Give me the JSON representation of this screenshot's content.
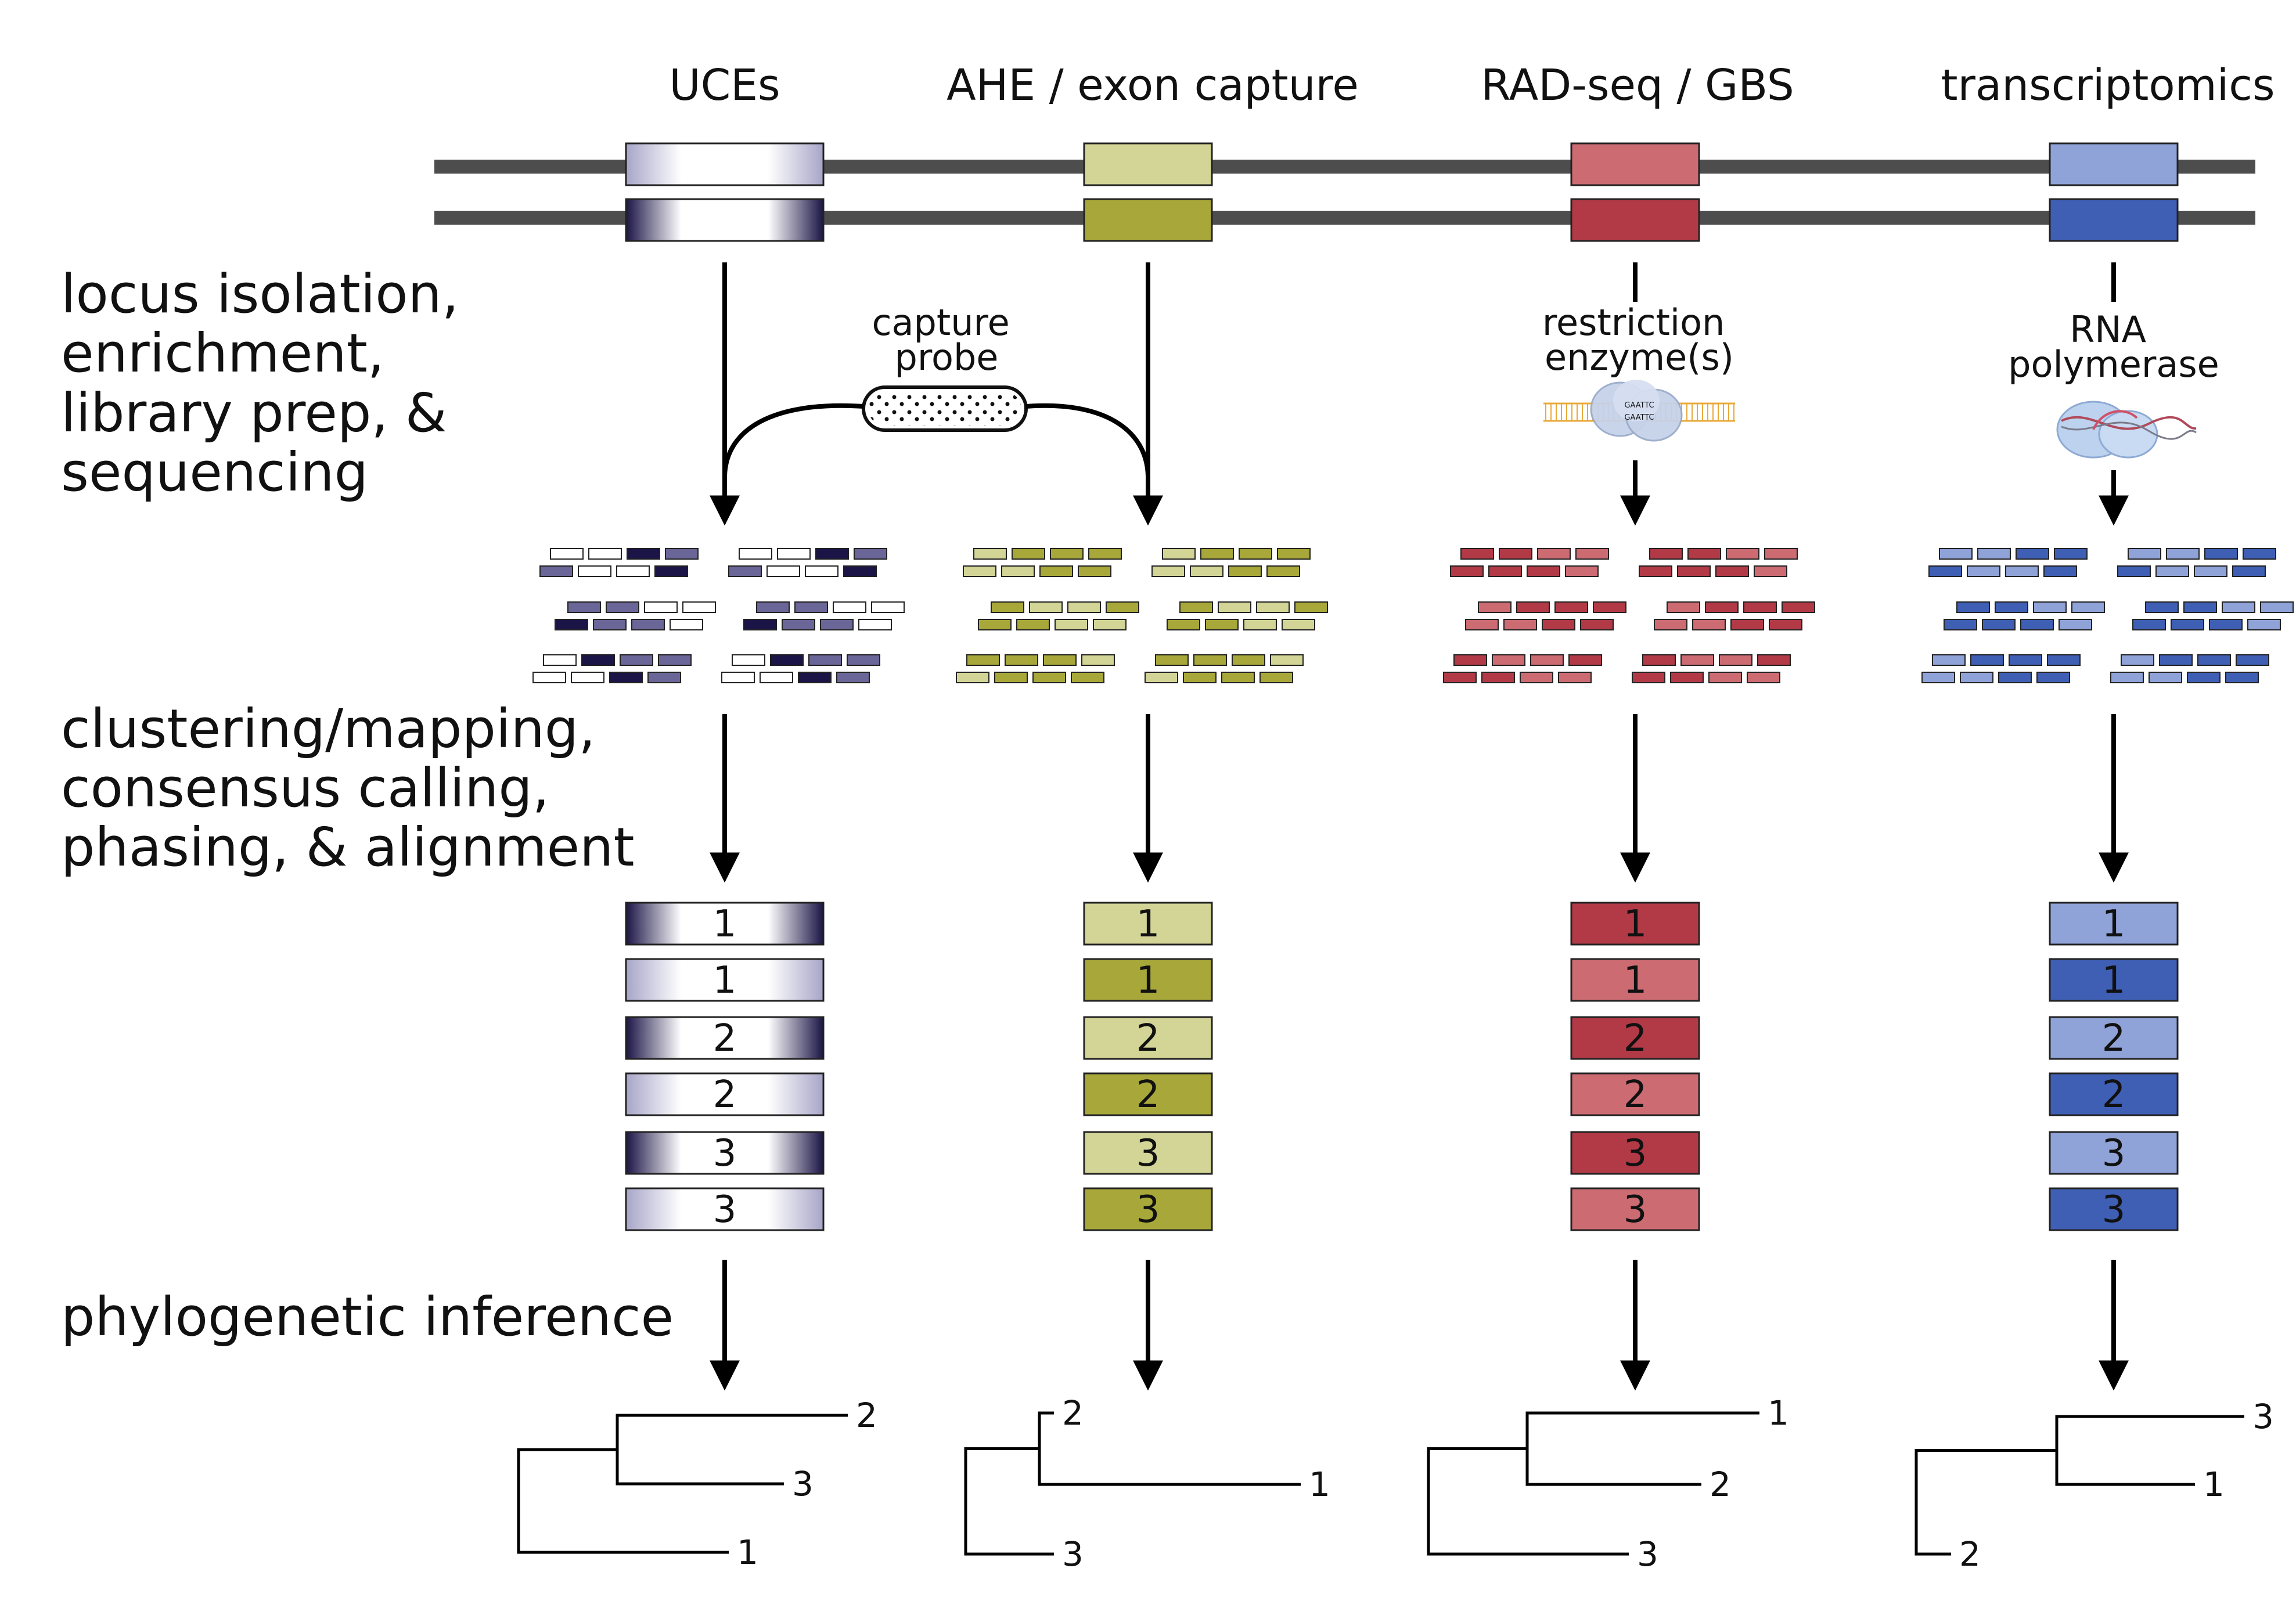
{
  "stage_labels": [
    [
      "locus isolation,",
      "enrichment,",
      "library prep, &",
      "sequencing"
    ],
    [
      "clustering/mapping,",
      "consensus calling,",
      "phasing, & alignment"
    ],
    [
      "phylogenetic inference"
    ]
  ],
  "columns": [
    {
      "title": "UCEs",
      "style": "gradient",
      "colors": {
        "dark": "#1b1446",
        "light": "#a7a5c8",
        "mid": "#6a6697"
      },
      "step_label": [],
      "loci": [
        "1",
        "1",
        "2",
        "2",
        "3",
        "3"
      ],
      "tree": {
        "tips": [
          "2",
          "3",
          "1"
        ]
      }
    },
    {
      "title": "AHE / exon capture",
      "style": "solid",
      "colors": {
        "dark": "#a8a83a",
        "light": "#d3d597"
      },
      "step_label": [],
      "loci": [
        "1",
        "1",
        "2",
        "2",
        "3",
        "3"
      ],
      "tree": {
        "tips": [
          "2",
          "1",
          "3"
        ]
      }
    },
    {
      "title": "RAD-seq / GBS",
      "style": "solid",
      "colors": {
        "dark": "#b23a47",
        "light": "#cc6b72"
      },
      "step_label": [
        "restriction",
        "enzyme(s)"
      ],
      "loci": [
        "1",
        "1",
        "2",
        "2",
        "3",
        "3"
      ],
      "tree": {
        "tips": [
          "1",
          "2",
          "3"
        ]
      }
    },
    {
      "title": "transcriptomics",
      "style": "solid",
      "colors": {
        "dark": "#3f5fb5",
        "light": "#8fa3d8"
      },
      "step_label": [
        "RNA",
        "polymerase"
      ],
      "loci": [
        "1",
        "1",
        "2",
        "2",
        "3",
        "3"
      ],
      "tree": {
        "tips": [
          "3",
          "1",
          "2"
        ]
      }
    }
  ],
  "capture_probe_label": [
    "capture",
    "probe"
  ],
  "enzyme_site_text": [
    "GAATTC",
    "GAATTC"
  ],
  "colors": {
    "chromosome": "#4d4d4d",
    "arrow": "#000000",
    "outline": "#222222"
  }
}
